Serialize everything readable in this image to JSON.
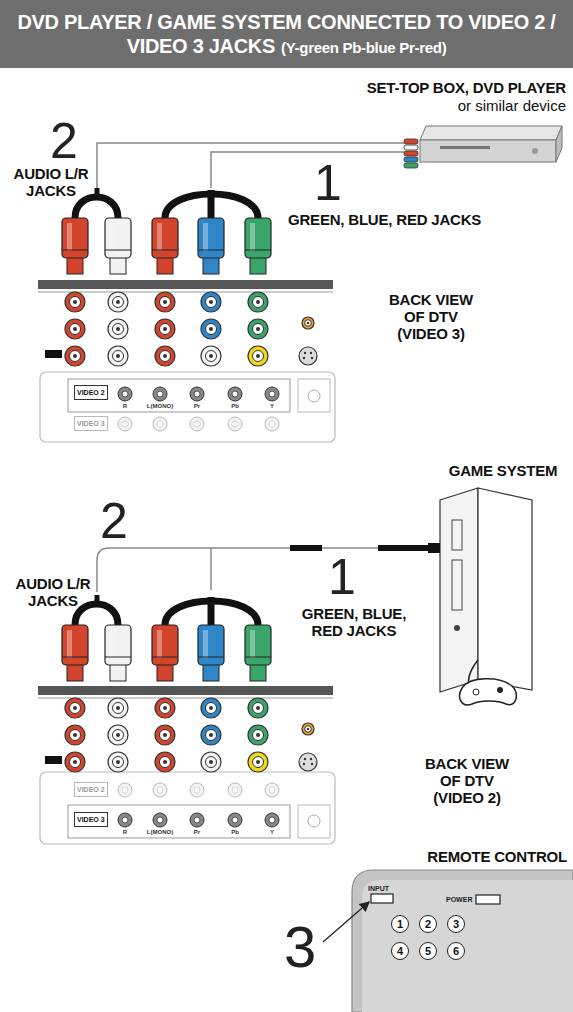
{
  "diagram": {
    "title": "DVD PLAYER / GAME SYSTEM CONNECTED TO VIDEO 2 / VIDEO 3 JACKS",
    "nodes": [
      {
        "text": [
          "VIDEO 2"
        ]
      },
      {
        "text": [
          "VIDEO 3"
        ]
      },
      {
        "text": [
          "VIDEO 2"
        ]
      },
      {
        "text": [
          "VIDEO 3"
        ]
      },
      {
        "text": [
          "1"
        ]
      },
      {
        "text": [
          "2"
        ]
      },
      {
        "text": [
          "3"
        ]
      },
      {
        "text": [
          "4"
        ]
      },
      {
        "text": [
          "5"
        ]
      },
      {
        "text": [
          "6"
        ]
      }
    ],
    "labels": [
      "(Y-green Pb-blue Pr-red)",
      "SET-TOP BOX, DVD PLAYER",
      "or similar device",
      "2",
      "AUDIO L/R JACKS",
      "1",
      "GREEN, BLUE, RED JACKS",
      "BACK VIEW OF DTV (VIDEO 3)",
      "R",
      "L(MONO)",
      "Pr",
      "Pb",
      "Y",
      "GAME SYSTEM",
      "2",
      "AUDIO L/R JACKS",
      "1",
      "GREEN, BLUE, RED JACKS",
      "BACK VIEW OF DTV (VIDEO 2)",
      "R",
      "L(MONO)",
      "Pr",
      "Pb",
      "Y",
      "REMOTE CONTROL",
      "INPUT",
      "POWER",
      "3"
    ]
  }
}
